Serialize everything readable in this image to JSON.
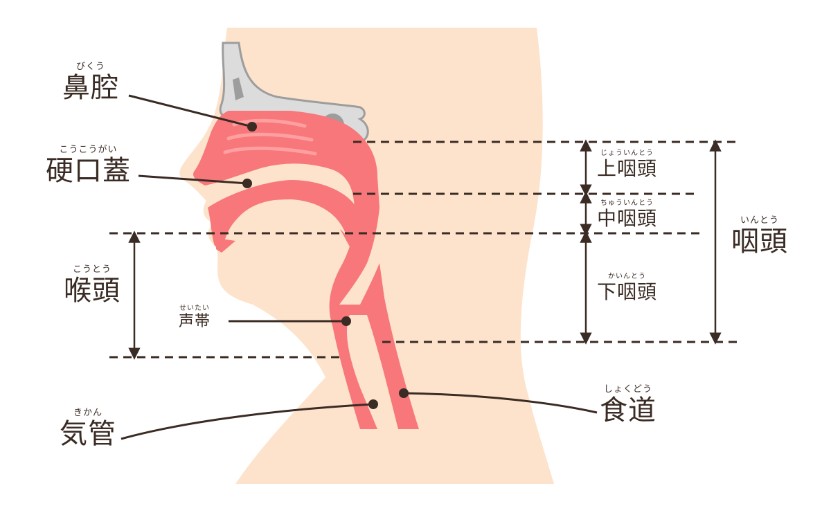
{
  "labels": {
    "nasal_cavity": {
      "ruby": "びくう",
      "text": "鼻腔"
    },
    "hard_palate": {
      "ruby": "こうこうがい",
      "text": "硬口蓋"
    },
    "larynx": {
      "ruby": "こうとう",
      "text": "喉頭"
    },
    "vocal_cords": {
      "ruby": "せいたい",
      "text": "声帯"
    },
    "trachea": {
      "ruby": "きかん",
      "text": "気管"
    },
    "esophagus": {
      "ruby": "しょくどう",
      "text": "食道"
    },
    "nasopharynx": {
      "ruby": "じょういんとう",
      "text": "上咽頭"
    },
    "oropharynx": {
      "ruby": "ちゅういんとう",
      "text": "中咽頭"
    },
    "hypopharynx": {
      "ruby": "かいんとう",
      "text": "下咽頭"
    },
    "pharynx": {
      "ruby": "いんとう",
      "text": "咽頭"
    }
  },
  "colors": {
    "skin": "#fde3cb",
    "mucosa": "#f7777a",
    "mucosa_light": "#ffa0a0",
    "bone": "#dcdcdc",
    "bone_dark": "#9d9d9d",
    "line": "#3a2b24"
  }
}
